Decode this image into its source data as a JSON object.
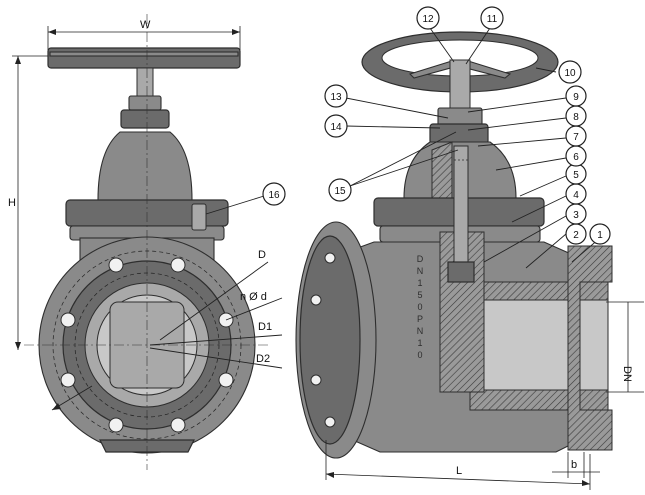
{
  "front_view": {
    "dim_width": "W",
    "dim_height": "H",
    "dim_D": "D",
    "dim_bolt_holes": "n Ø d",
    "dim_D1": "D1",
    "dim_D2": "D2"
  },
  "section_view": {
    "dim_length": "L",
    "dim_flange": "b",
    "dim_nominal": "DN",
    "body_marking": [
      "D",
      "N",
      "1",
      "5",
      "0",
      "P",
      "N",
      "1",
      "0"
    ]
  },
  "callouts": [
    {
      "number": "1"
    },
    {
      "number": "2"
    },
    {
      "number": "3"
    },
    {
      "number": "4"
    },
    {
      "number": "5"
    },
    {
      "number": "6"
    },
    {
      "number": "7"
    },
    {
      "number": "8"
    },
    {
      "number": "9"
    },
    {
      "number": "10"
    },
    {
      "number": "11"
    },
    {
      "number": "12"
    },
    {
      "number": "13"
    },
    {
      "number": "14"
    },
    {
      "number": "15"
    },
    {
      "number": "16"
    }
  ]
}
